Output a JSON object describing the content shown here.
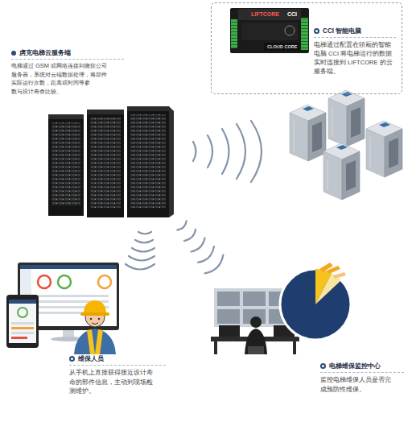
{
  "diagram": {
    "nodes": [
      {
        "text": [
          "虏克电梯云服务端",
          "电梯通过 GSM 或网络连接到微软公司 服务器，系统对云端数据处理，将部件 实际运行次数，距离或时间等参 数与设计寿命比较。"
        ]
      },
      {
        "text": [
          "CCI 智能电脑",
          "电梯通过配置在轿厢的智能 电脑 CCI 将电梯运行的数据 实时连接到 LIFTCORE 的云 服务端。"
        ]
      },
      {
        "text": [
          "维保人员",
          "从手机上直接获得接近设计寿 命的部件信息，主动到现场检 测维护。"
        ]
      },
      {
        "text": [
          "电梯维保监控中心",
          "监控电梯维保人员是否完 成预防性维保。"
        ]
      }
    ],
    "labels": [
      "LIFTCORE",
      "CCI",
      "CLOUD CORE"
    ]
  }
}
